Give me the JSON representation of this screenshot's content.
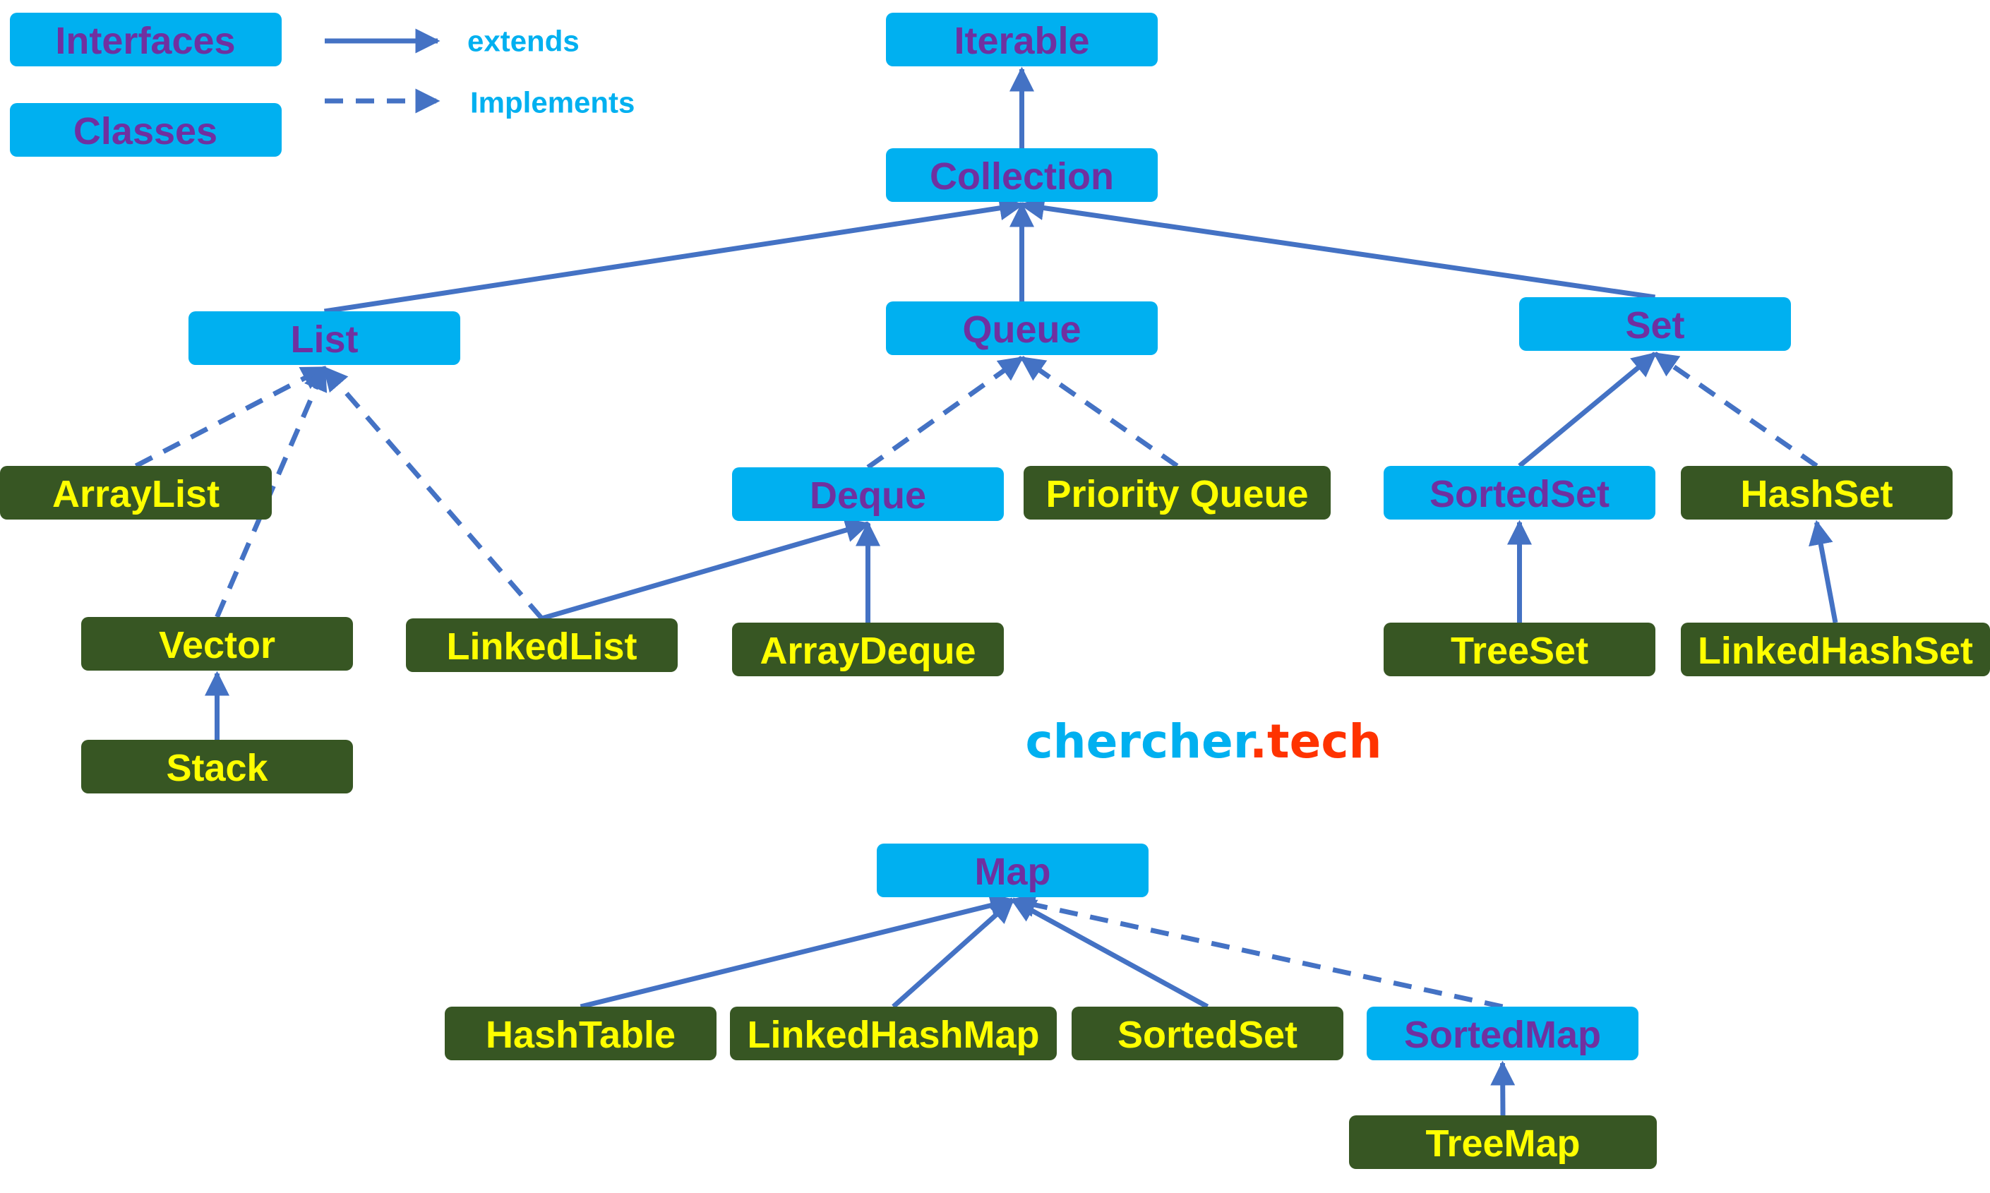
{
  "colors": {
    "interface_fill": "#00b0f0",
    "interface_text": "#7030a0",
    "class_fill": "#375623",
    "class_text": "#ffff00",
    "edge": "#4472c4",
    "legend_text": "#00b0f0",
    "brand_primary": "#00b0f0",
    "brand_accent": "#ff3300"
  },
  "legend": {
    "interfaces_label": "Interfaces",
    "classes_label": "Classes",
    "extends_label": "extends",
    "implements_label": "Implements"
  },
  "brand": {
    "part1": "chercher",
    "dot": ".",
    "part2": "tech"
  },
  "nodes": {
    "iterable": {
      "label": "Iterable",
      "kind": "interface"
    },
    "collection": {
      "label": "Collection",
      "kind": "interface"
    },
    "list": {
      "label": "List",
      "kind": "interface"
    },
    "queue": {
      "label": "Queue",
      "kind": "interface"
    },
    "set": {
      "label": "Set",
      "kind": "interface"
    },
    "arraylist": {
      "label": "ArrayList",
      "kind": "class"
    },
    "vector": {
      "label": "Vector",
      "kind": "class"
    },
    "stack": {
      "label": "Stack",
      "kind": "class"
    },
    "linkedlist": {
      "label": "LinkedList",
      "kind": "class"
    },
    "deque": {
      "label": "Deque",
      "kind": "interface"
    },
    "priorityqueue": {
      "label": "Priority Queue",
      "kind": "class"
    },
    "arraydeque": {
      "label": "ArrayDeque",
      "kind": "class"
    },
    "sortedset": {
      "label": "SortedSet",
      "kind": "interface"
    },
    "hashset": {
      "label": "HashSet",
      "kind": "class"
    },
    "treeset": {
      "label": "TreeSet",
      "kind": "class"
    },
    "linkedhashset": {
      "label": "LinkedHashSet",
      "kind": "class"
    },
    "map": {
      "label": "Map",
      "kind": "interface"
    },
    "hashtable": {
      "label": "HashTable",
      "kind": "class"
    },
    "linkedhashmap": {
      "label": "LinkedHashMap",
      "kind": "class"
    },
    "sortedset_map": {
      "label": "SortedSet",
      "kind": "class"
    },
    "sortedmap": {
      "label": "SortedMap",
      "kind": "interface"
    },
    "treemap": {
      "label": "TreeMap",
      "kind": "class"
    }
  },
  "edges": [
    {
      "from": "collection",
      "to": "iterable",
      "type": "extends"
    },
    {
      "from": "list",
      "to": "collection",
      "type": "extends"
    },
    {
      "from": "queue",
      "to": "collection",
      "type": "extends"
    },
    {
      "from": "set",
      "to": "collection",
      "type": "extends"
    },
    {
      "from": "arraylist",
      "to": "list",
      "type": "implements"
    },
    {
      "from": "vector",
      "to": "list",
      "type": "implements"
    },
    {
      "from": "linkedlist",
      "to": "list",
      "type": "implements"
    },
    {
      "from": "stack",
      "to": "vector",
      "type": "extends"
    },
    {
      "from": "deque",
      "to": "queue",
      "type": "implements"
    },
    {
      "from": "priorityqueue",
      "to": "queue",
      "type": "implements"
    },
    {
      "from": "linkedlist",
      "to": "deque",
      "type": "extends"
    },
    {
      "from": "arraydeque",
      "to": "deque",
      "type": "extends"
    },
    {
      "from": "sortedset",
      "to": "set",
      "type": "extends"
    },
    {
      "from": "hashset",
      "to": "set",
      "type": "implements"
    },
    {
      "from": "treeset",
      "to": "sortedset",
      "type": "extends"
    },
    {
      "from": "linkedhashset",
      "to": "hashset",
      "type": "extends"
    },
    {
      "from": "hashtable",
      "to": "map",
      "type": "extends"
    },
    {
      "from": "linkedhashmap",
      "to": "map",
      "type": "extends"
    },
    {
      "from": "sortedset_map",
      "to": "map",
      "type": "extends"
    },
    {
      "from": "sortedmap",
      "to": "map",
      "type": "implements"
    },
    {
      "from": "treemap",
      "to": "sortedmap",
      "type": "extends"
    }
  ]
}
